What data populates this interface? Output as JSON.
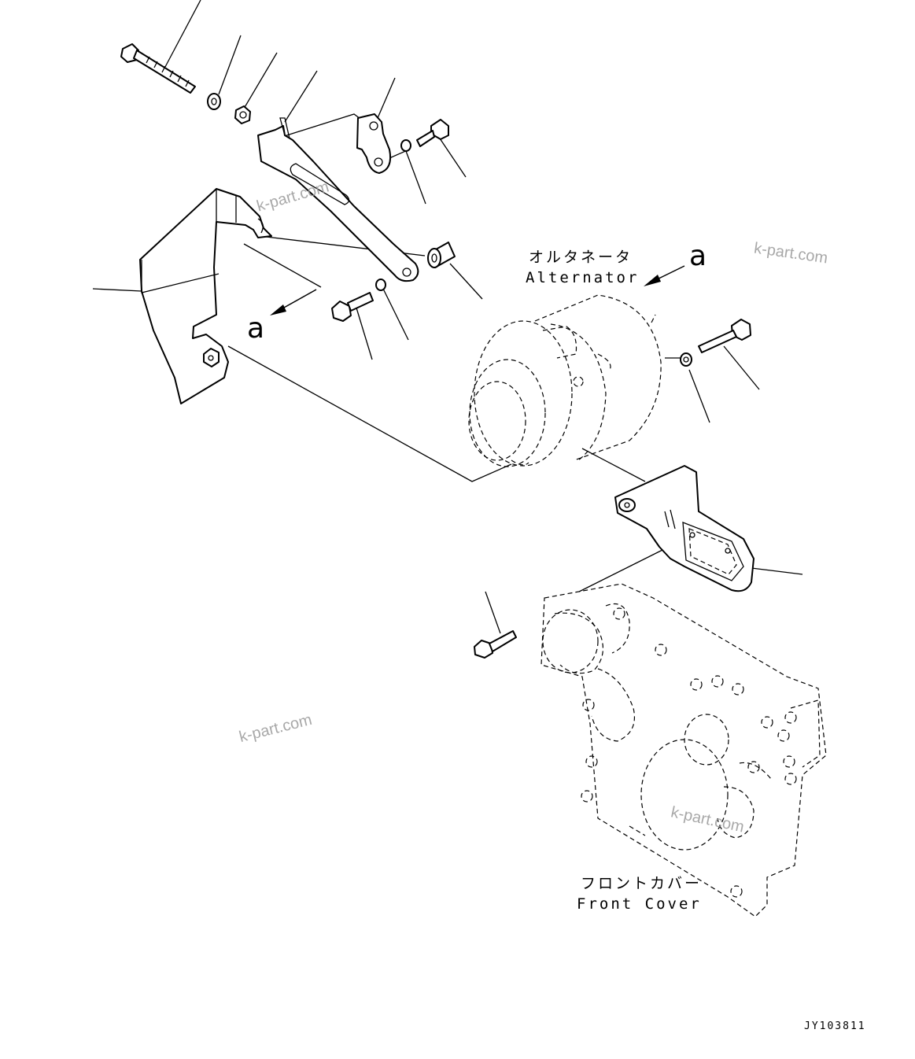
{
  "labels": {
    "alternator_jp": "オルタネータ",
    "alternator_en": "Alternator",
    "front_cover_jp": "フロントカバー",
    "front_cover_en": "Front Cover"
  },
  "callouts": {
    "a_left": "a",
    "a_right": "a"
  },
  "watermarks": {
    "w1": "k-part.com",
    "w2": "k-part.com",
    "w3": "k-part.com",
    "w4": "k-part.com"
  },
  "drawing_code": "JY103811"
}
